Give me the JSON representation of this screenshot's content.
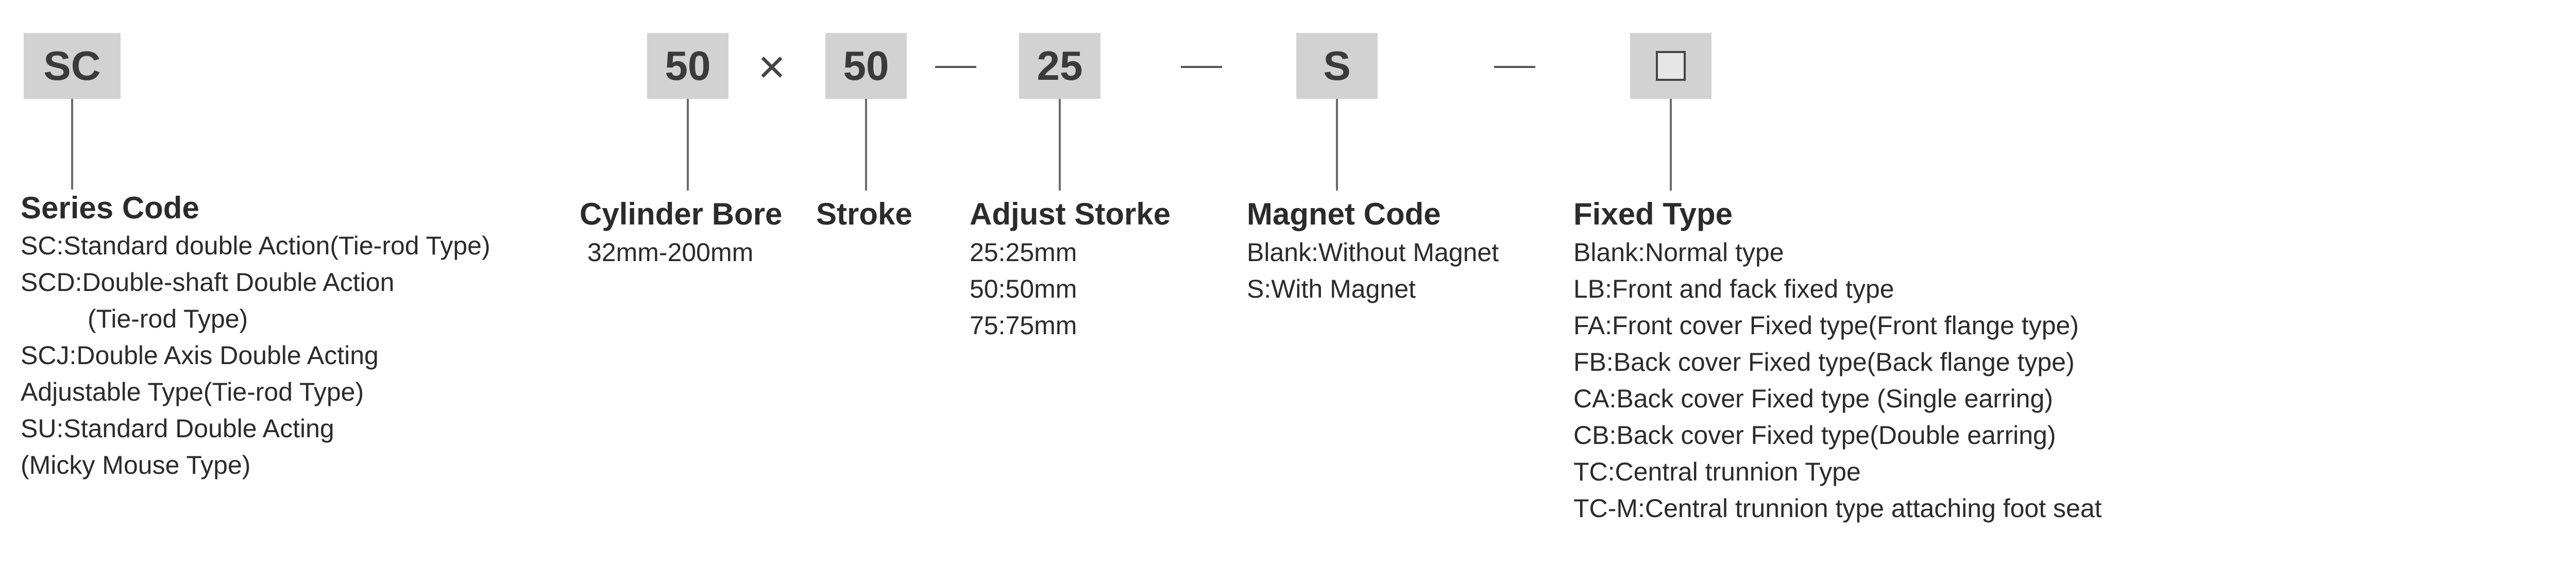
{
  "codes": {
    "series": "SC",
    "bore": "50",
    "separator_times": "×",
    "stroke": "50",
    "adjust": "25",
    "magnet": "S"
  },
  "fields": {
    "series": {
      "title": "Series Code",
      "lines": [
        "SC:Standard double Action(Tie-rod Type)",
        "SCD:Double-shaft Double Action",
        "(Tie-rod Type)",
        "SCJ:Double Axis Double Acting",
        "Adjustable Type(Tie-rod Type)",
        "SU:Standard Double Acting",
        "(Micky Mouse Type)"
      ]
    },
    "bore": {
      "title": "Cylinder Bore",
      "lines": [
        "32mm-200mm"
      ]
    },
    "stroke": {
      "title": "Stroke",
      "lines": []
    },
    "adjust": {
      "title": "Adjust Storke",
      "lines": [
        "25:25mm",
        "50:50mm",
        "75:75mm"
      ]
    },
    "magnet": {
      "title": "Magnet Code",
      "lines": [
        "Blank:Without Magnet",
        "S:With Magnet"
      ]
    },
    "fixed": {
      "title": "Fixed Type",
      "lines": [
        "Blank:Normal type",
        "LB:Front and fack fixed type",
        "FA:Front cover Fixed type(Front flange type)",
        "FB:Back cover Fixed type(Back flange type)",
        "CA:Back cover Fixed type (Single earring)",
        "CB:Back cover Fixed type(Double earring)",
        "TC:Central trunnion Type",
        "TC-M:Central trunnion type attaching foot seat"
      ]
    }
  },
  "colors": {
    "box": "#d2d2d2",
    "text": "#2b2b2b",
    "line": "#6a6a6a"
  }
}
